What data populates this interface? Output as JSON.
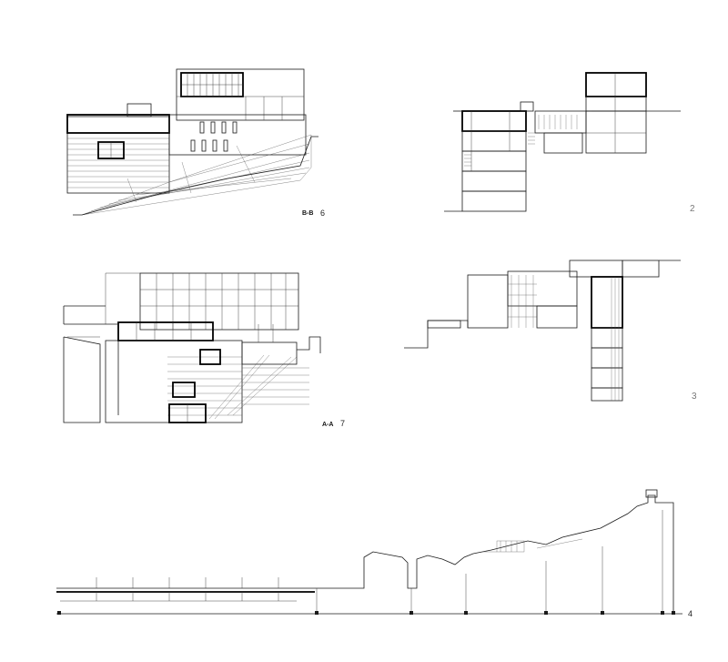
{
  "drawings": {
    "section_bb": {
      "label": "B-B",
      "number": "6"
    },
    "plan_2": {
      "number": "2"
    },
    "section_aa": {
      "label": "A-A",
      "number": "7"
    },
    "plan_3": {
      "number": "3"
    },
    "site_section": {
      "number": "4"
    }
  },
  "colors": {
    "ink": "#1a1a1a",
    "paper": "#ffffff",
    "number_grey": "#777777"
  }
}
